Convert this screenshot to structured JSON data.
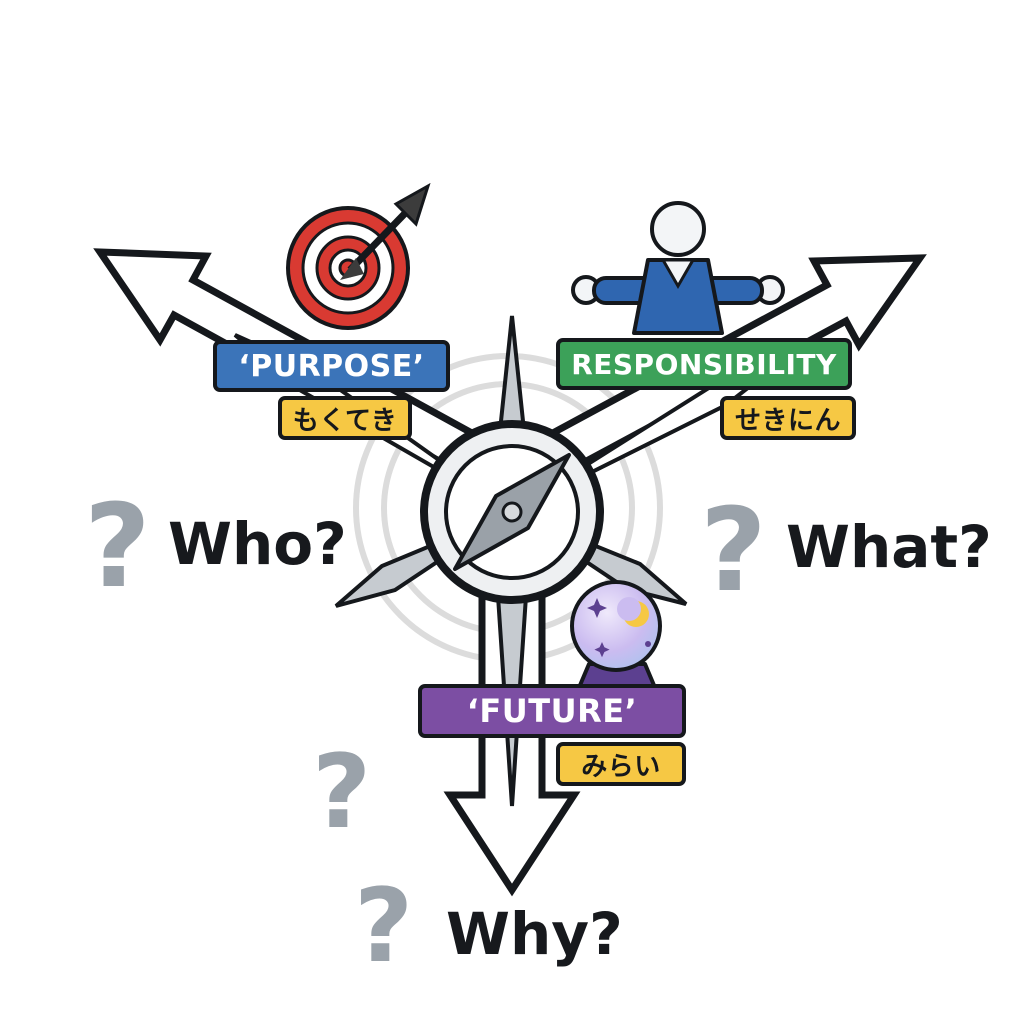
{
  "cards": {
    "purpose": {
      "label": "‘PURPOSE’",
      "ja": "もくてき"
    },
    "responsibility": {
      "label": "RESPONSIBILITY",
      "ja": "せきにん"
    },
    "future": {
      "label": "‘FUTURE’",
      "ja": "みらい"
    }
  },
  "questions": {
    "who": "Who?",
    "what": "What?",
    "why": "Why?",
    "mark": "?"
  },
  "icons": {
    "target": "target-icon",
    "person": "person-icon",
    "crystal_ball": "crystal-ball-icon",
    "compass": "compass-rose-icon",
    "question_mark": "question-mark-icon"
  },
  "colors": {
    "purpose_box": "#3b74b9",
    "responsibility_box": "#3ca159",
    "future_box": "#7c4ea3",
    "ja_badge": "#f6c844",
    "question_mark": "#9aa2aa",
    "target_red": "#d93a32",
    "person_blue": "#2f66b0",
    "crystal_purple": "#cbbcf0",
    "outline": "#15181c"
  }
}
